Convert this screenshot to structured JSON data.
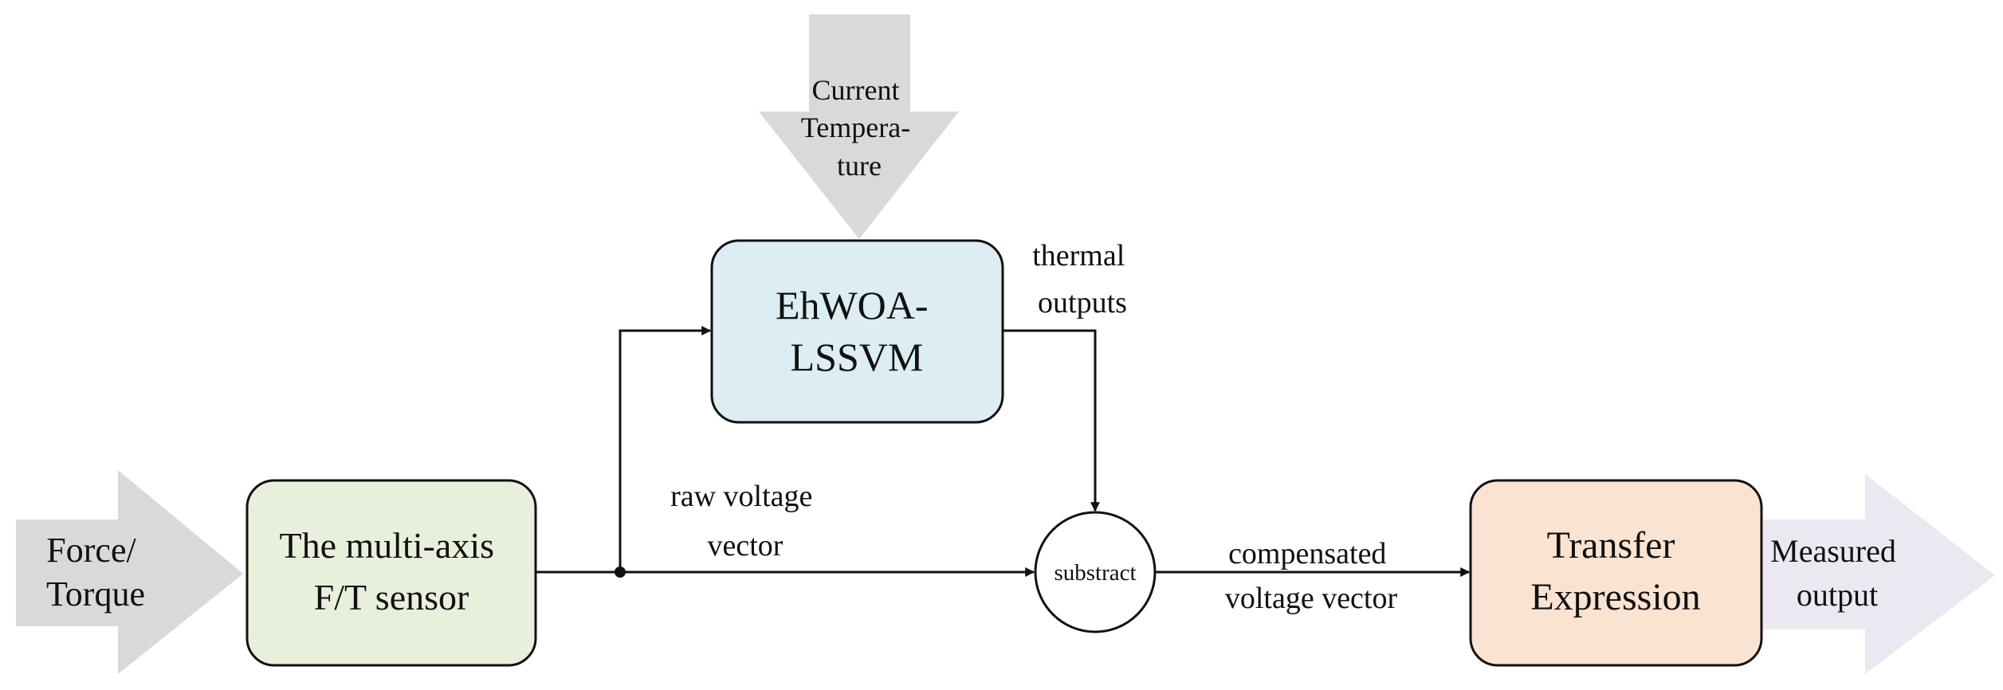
{
  "diagram": {
    "input_arrow_left": {
      "line1": "Force/",
      "line2": "Torque"
    },
    "input_arrow_top": {
      "line1": "Current",
      "line2": "Tempera-",
      "line3": "ture"
    },
    "output_arrow_right": {
      "line1": "Measured",
      "line2": "output"
    },
    "node_sensor": {
      "line1": "The multi-axis",
      "line2": "F/T sensor"
    },
    "node_ehwoa": {
      "line1": "EhWOA-",
      "line2": "LSSVM"
    },
    "node_transfer": {
      "line1": "Transfer",
      "line2": "Expression"
    },
    "node_subtract": {
      "label": "substract"
    },
    "edge_raw": {
      "line1": "raw voltage",
      "line2": "vector"
    },
    "edge_thermal": {
      "line1": "thermal",
      "line2": "outputs"
    },
    "edge_compensated": {
      "line1": "compensated",
      "line2": "voltage vector"
    }
  },
  "colors": {
    "sensor_fill": "#e8f0dc",
    "ehwoa_fill": "#dcedf3",
    "transfer_fill": "#fbe3d2",
    "arrow_gray": "#d9d9d9",
    "arrow_lavender": "#ebe8f2"
  }
}
